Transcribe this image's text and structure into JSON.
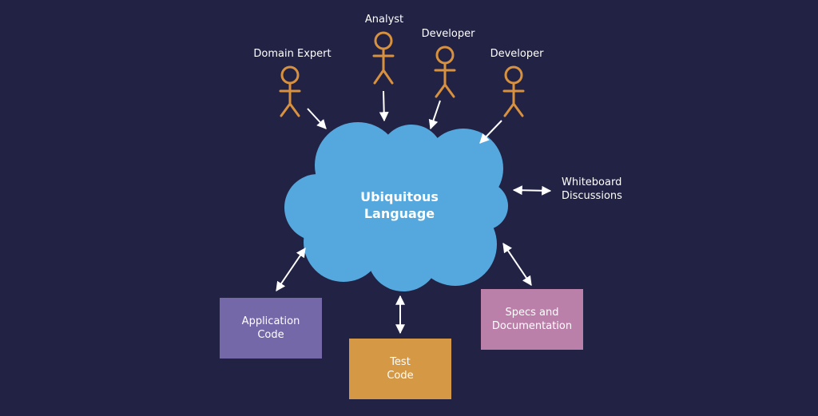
{
  "actors": {
    "domain_expert": "Domain Expert",
    "analyst": "Analyst",
    "developer_1": "Developer",
    "developer_2": "Developer"
  },
  "cloud": {
    "line1": "Ubiquitous",
    "line2": "Language"
  },
  "side_note": {
    "line1": "Whiteboard",
    "line2": "Discussions"
  },
  "boxes": {
    "application_code": {
      "line1": "Application",
      "line2": "Code"
    },
    "test_code": {
      "line1": "Test",
      "line2": "Code"
    },
    "specs": {
      "line1": "Specs and",
      "line2": "Documentation"
    }
  },
  "colors": {
    "background": "#222244",
    "cloud": "#55a8de",
    "actor": "#d8913f",
    "application_box": "#7468a9",
    "test_box": "#d59844",
    "specs_box": "#bb80aa",
    "arrows": "#ffffff"
  },
  "icons": {
    "actor": "stick-figure-icon",
    "one_way_arrow": "arrow-icon",
    "two_way_arrow": "double-arrow-icon"
  }
}
